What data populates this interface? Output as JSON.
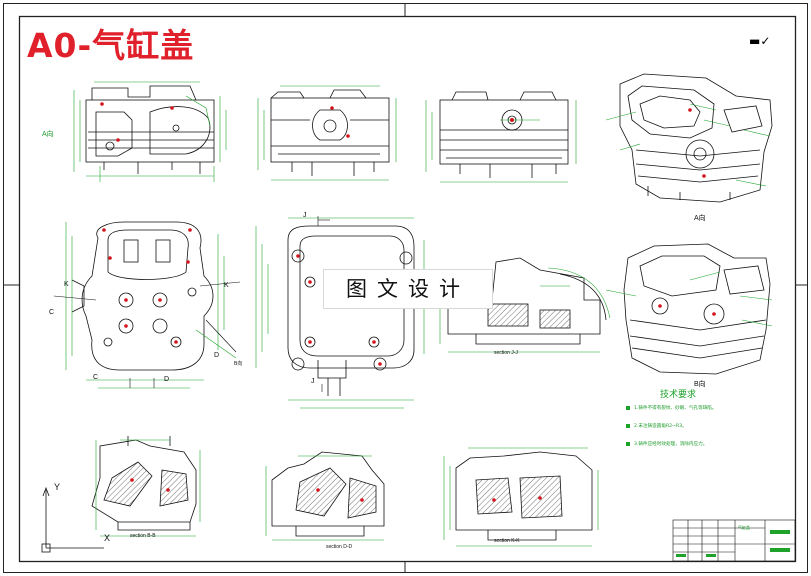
{
  "drawing": {
    "title": "A0-气缸盖",
    "top_right_mark": "▬✓",
    "watermark": "图文设计",
    "view_labels": {
      "a_view_top_left": "A向",
      "a_view_right": "A向",
      "b_view_right": "B向",
      "b_view_center": "B向",
      "section_jj": "section J-J",
      "section_bb": "section B-B",
      "section_dd": "section D-D",
      "section_kk": "section K-K"
    },
    "cut_letters": {
      "c1": "C",
      "c2": "C",
      "d1": "D",
      "d2": "D",
      "k1": "K",
      "k2": "K",
      "j1": "J",
      "j2": "J"
    },
    "axis": {
      "y": "Y",
      "x": "X"
    }
  },
  "technical_requirements": {
    "title": "技术要求",
    "notes": [
      "1.铸件不得有裂纹、砂眼、气孔等缺陷。",
      "2.未注铸造圆角R2~R3。",
      "3.铸件应经时效处理，消除内应力。"
    ]
  },
  "title_block": {
    "name": "气缸盖"
  },
  "colors": {
    "title_red": "#e0202a",
    "dim_green": "#1ea32a",
    "mark_red": "#d4141c",
    "line_black": "#111111"
  }
}
